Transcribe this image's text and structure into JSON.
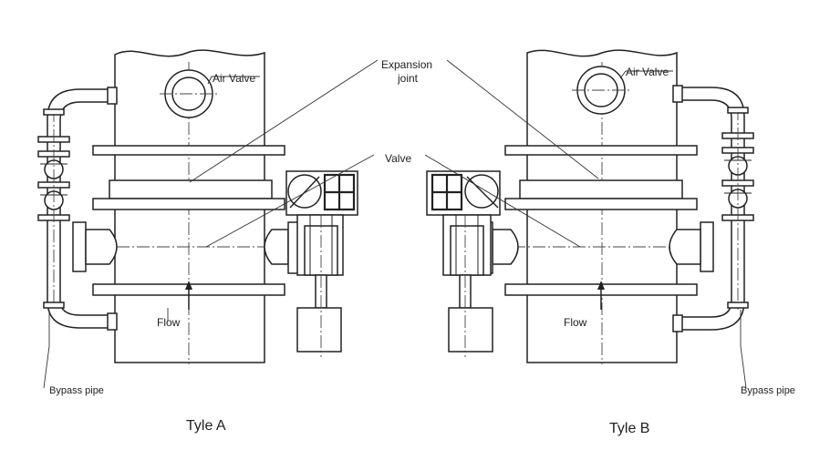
{
  "labels": {
    "expansion_joint_line1": "Expansion",
    "expansion_joint_line2": "joint",
    "valve": "Valve",
    "air_valve_a": "Air Valve",
    "air_valve_b": "Air Valve",
    "flow_a": "Flow",
    "flow_b": "Flow",
    "bypass_pipe_a": "Bypass pipe",
    "bypass_pipe_b": "Bypass pipe",
    "type_a": "Tyle A",
    "type_b": "Tyle B"
  }
}
